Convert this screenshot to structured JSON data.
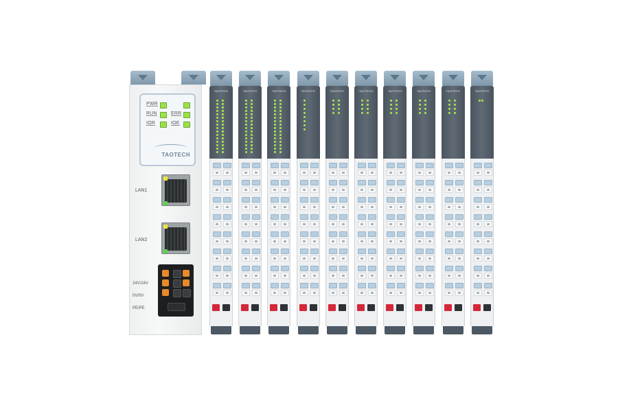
{
  "coupler": {
    "leds_left": [
      "PWR",
      "RUN",
      "IOR"
    ],
    "leds_right": [
      "",
      "ERR",
      "IOE"
    ],
    "brand": "TAOTECH",
    "lan1": "LAN1",
    "lan2": "LAN2",
    "power_labels": [
      "24V/24V",
      "0V/0V",
      "PE/PE"
    ],
    "led_color": "#9ce04a"
  },
  "modules": [
    {
      "label": "TAOTECH",
      "led_rows": 16,
      "led_cols": 2
    },
    {
      "label": "TAOTECH",
      "led_rows": 16,
      "led_cols": 2
    },
    {
      "label": "TAOTECH",
      "led_rows": 16,
      "led_cols": 2
    },
    {
      "label": "TAOTECH",
      "led_rows": 8,
      "led_cols": 1
    },
    {
      "label": "TAOTECH",
      "led_rows": 4,
      "led_cols": 2
    },
    {
      "label": "TAOTECH",
      "led_rows": 4,
      "led_cols": 2
    },
    {
      "label": "TAOTECH",
      "led_rows": 4,
      "led_cols": 2
    },
    {
      "label": "TAOTECH",
      "led_rows": 4,
      "led_cols": 2
    },
    {
      "label": "TAOTECH",
      "led_rows": 4,
      "led_cols": 2
    },
    {
      "label": "TAOTECH",
      "led_rows": 1,
      "led_cols": 2
    }
  ],
  "colors": {
    "module_head": "#56616c",
    "clip": "#8fa8ba",
    "terminal_red": "#d4283a"
  }
}
